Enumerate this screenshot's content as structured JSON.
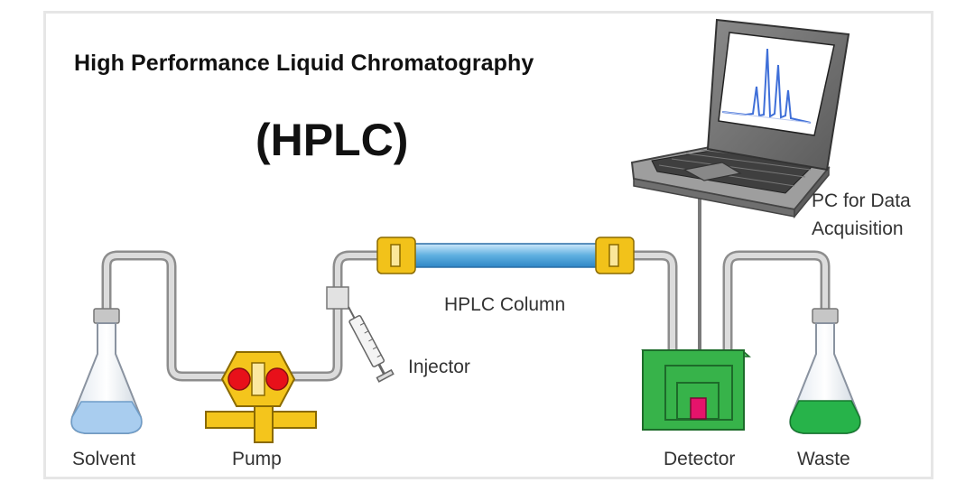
{
  "diagram": {
    "title": "High Performance Liquid Chromatography",
    "subtitle": "(HPLC)",
    "labels": {
      "pc": "PC for Data",
      "pc2": "Acquisition",
      "column": "HPLC Column",
      "injector": "Injector",
      "solvent": "Solvent",
      "pump": "Pump",
      "detector": "Detector",
      "waste": "Waste"
    },
    "colors": {
      "tube": "#c9c9c9",
      "column": "#5fb0e0",
      "fitting": "#f2c21a",
      "pump": "#f4c51c",
      "pump_valve": "#e8101a",
      "detector": "#37b34a",
      "detector_cell": "#e6136b",
      "solvent_liquid": "#a9cdef",
      "waste_liquid": "#27b34a",
      "chromatogram": "#3f6fd8"
    }
  }
}
